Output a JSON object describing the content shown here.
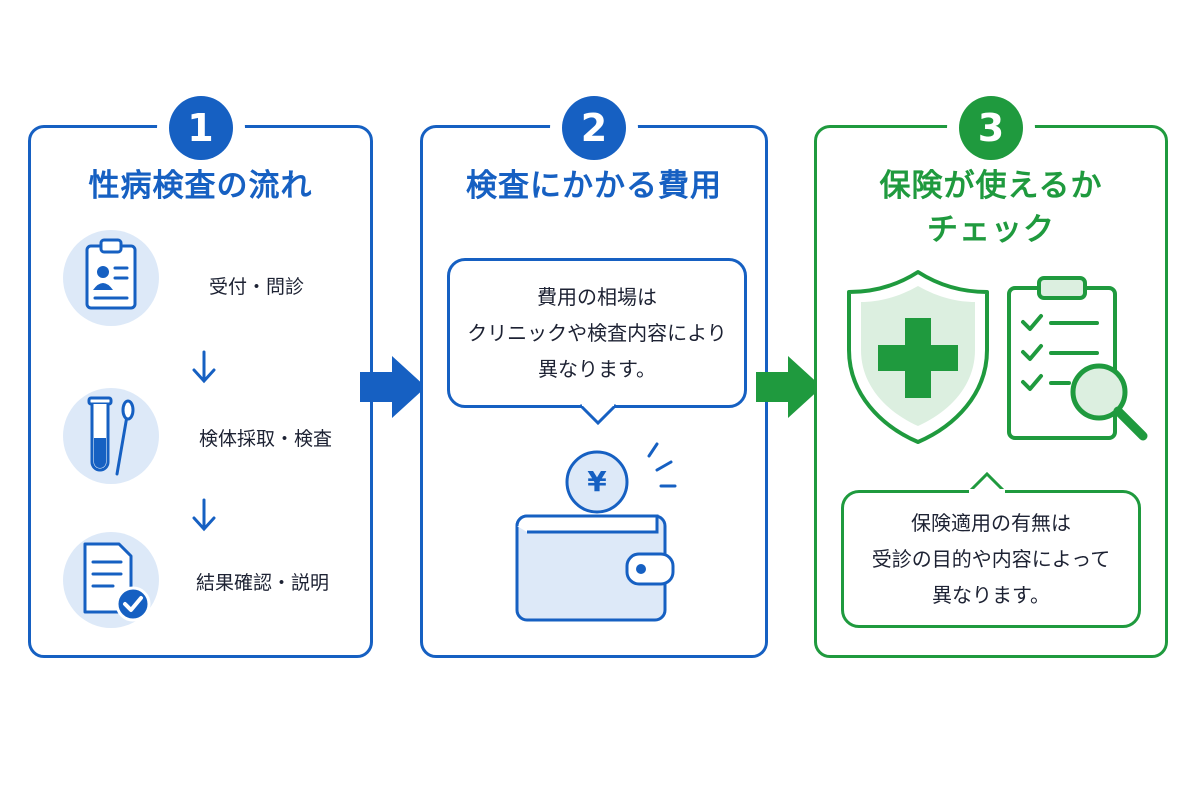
{
  "colors": {
    "blue": "#1660c2",
    "green": "#1f9a3e",
    "light_blue": "#dde9f8",
    "light_green": "#dcefe0"
  },
  "panel1": {
    "number": "1",
    "title": "性病検査の流れ",
    "steps": [
      {
        "icon": "clipboard-profile-icon",
        "label": "受付・問診"
      },
      {
        "icon": "test-tube-swab-icon",
        "label": "検体採取・検査"
      },
      {
        "icon": "document-check-icon",
        "label": "結果確認・説明"
      }
    ]
  },
  "panel2": {
    "number": "2",
    "title": "検査にかかる費用",
    "bubble_lines": [
      "費用の相場は",
      "クリニックや検査内容により",
      "異なります。"
    ],
    "icon": "wallet-yen-icon",
    "coin_symbol": "¥"
  },
  "panel3": {
    "number": "3",
    "title_lines": [
      "保険が使えるか",
      "チェック"
    ],
    "icons": [
      "shield-cross-icon",
      "clipboard-checklist-magnifier-icon"
    ],
    "bubble_lines": [
      "保険適用の有無は",
      "受診の目的や内容によって",
      "異なります。"
    ]
  }
}
